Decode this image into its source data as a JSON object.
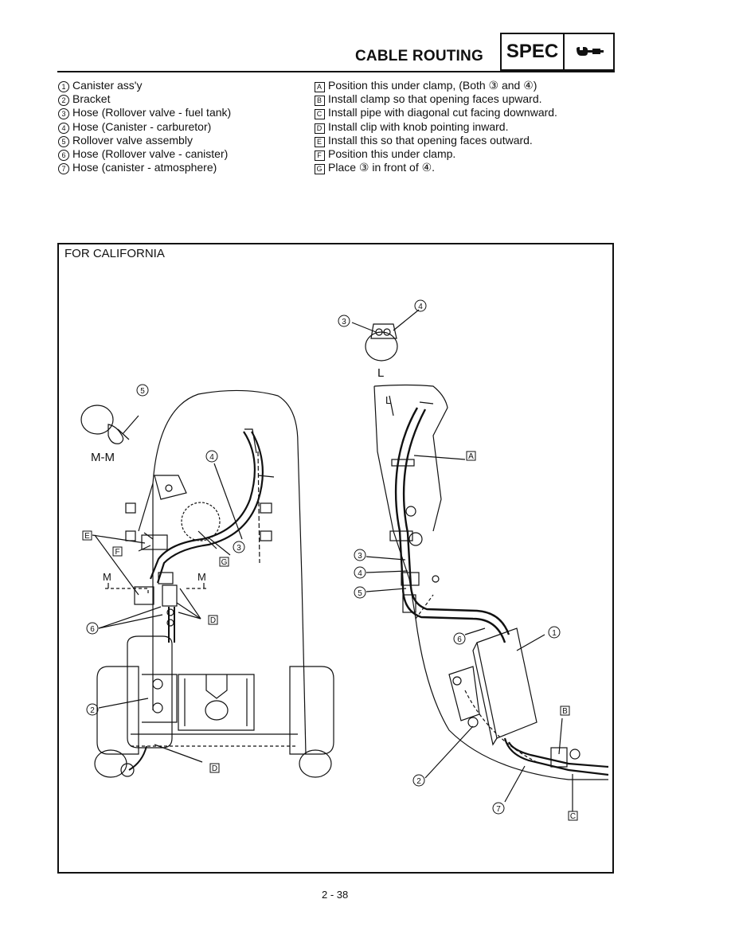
{
  "header": {
    "title": "CABLE ROUTING",
    "spec_label": "SPEC",
    "spec_icon": "wrench-icon"
  },
  "legend_left": [
    {
      "mark": "1",
      "text": "Canister ass'y"
    },
    {
      "mark": "2",
      "text": "Bracket"
    },
    {
      "mark": "3",
      "text": "Hose (Rollover valve - fuel tank)"
    },
    {
      "mark": "4",
      "text": "Hose (Canister - carburetor)"
    },
    {
      "mark": "5",
      "text": "Rollover valve assembly"
    },
    {
      "mark": "6",
      "text": "Hose (Rollover valve - canister)"
    },
    {
      "mark": "7",
      "text": "Hose (canister - atmosphere)"
    }
  ],
  "legend_right": [
    {
      "mark": "A",
      "text": "Position this under clamp, (Both ③ and ④)"
    },
    {
      "mark": "B",
      "text": "Install clamp so that opening faces upward."
    },
    {
      "mark": "C",
      "text": "Install pipe with diagonal cut facing downward."
    },
    {
      "mark": "D",
      "text": "Install clip with knob pointing inward."
    },
    {
      "mark": "E",
      "text": "Install this so that opening faces outward."
    },
    {
      "mark": "F",
      "text": "Position this under clamp."
    },
    {
      "mark": "G",
      "text": "Place ③ in front of ④."
    }
  ],
  "diagram": {
    "title": "FOR CALIFORNIA",
    "section_mm": "M-M",
    "section_l": "L",
    "label_m": "M",
    "label_l_arrow": "L",
    "callouts": [
      "1",
      "2",
      "3",
      "4",
      "5",
      "6",
      "7"
    ],
    "letters": [
      "A",
      "B",
      "C",
      "D",
      "E",
      "F",
      "G"
    ]
  },
  "footer": {
    "page_number": "2 - 38"
  }
}
